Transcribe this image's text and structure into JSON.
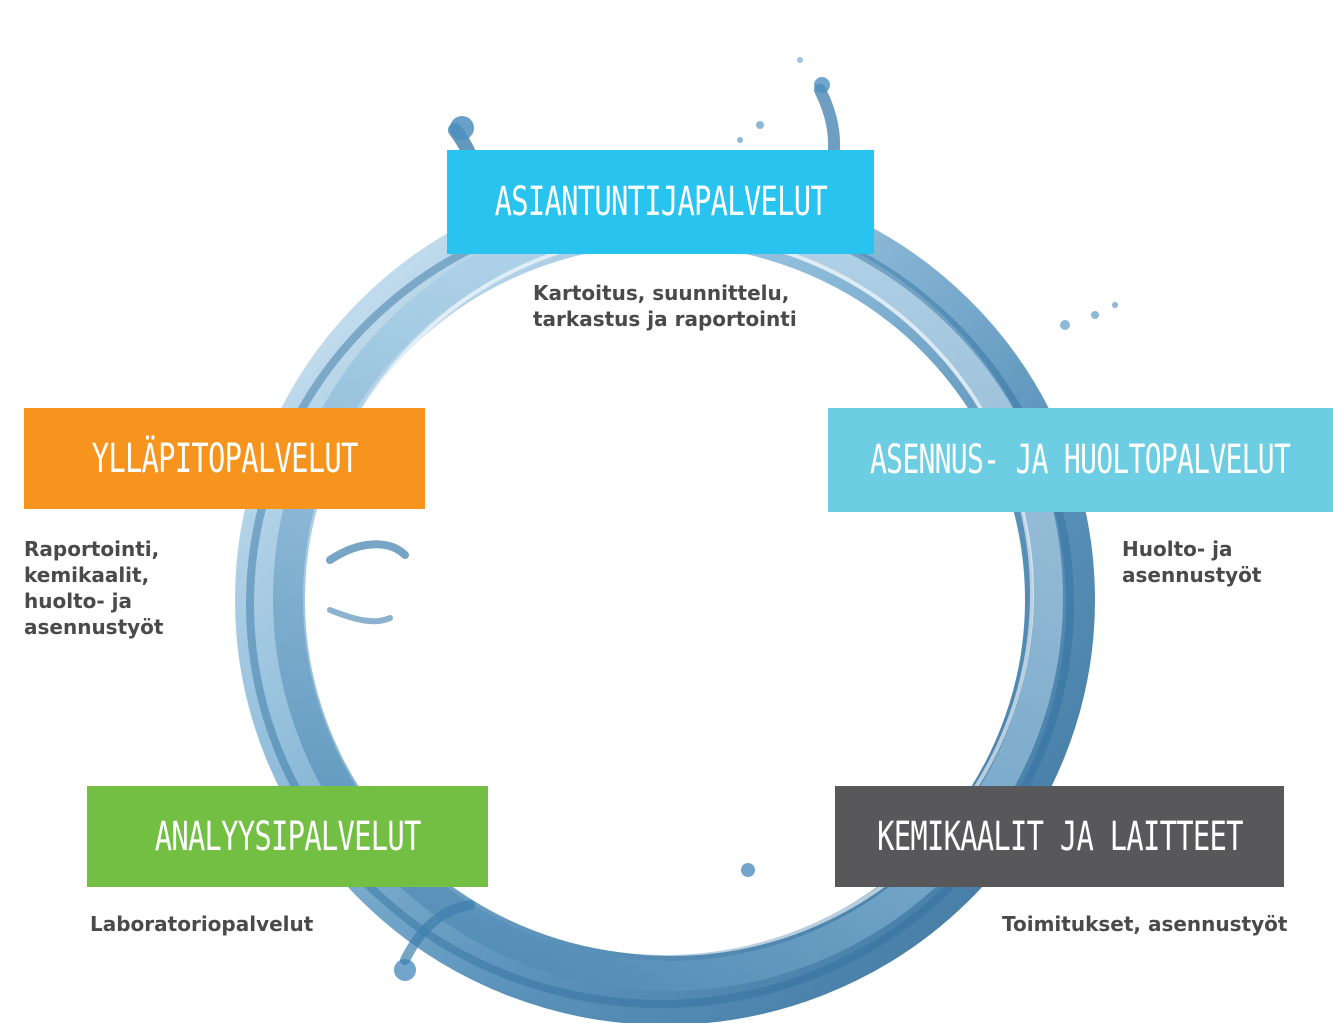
{
  "services": [
    {
      "id": "asiantuntija",
      "title": "ASIANTUNTIJAPALVELUT",
      "description": "Kartoitus, suunnittelu,\ntarkastus ja raportointi",
      "color": "#29c3ef"
    },
    {
      "id": "asennus",
      "title": "ASENNUS- JA HUOLTOPALVELUT",
      "description": "Huolto- ja\nasennustyöt",
      "color": "#6dcde2"
    },
    {
      "id": "kemikaalit",
      "title": "KEMIKAALIT JA LAITTEET",
      "description": "Toimitukset, asennustyöt",
      "color": "#58585a"
    },
    {
      "id": "analyysi",
      "title": "ANALYYSIPALVELUT",
      "description": "Laboratoriopalvelut",
      "color": "#72bf44"
    },
    {
      "id": "yllapito",
      "title": "YLLÄPITOPALVELUT",
      "description": "Raportointi,\nkemikaalit,\nhuolto- ja\nasennustyöt",
      "color": "#f7941d"
    }
  ],
  "water_ring_color": "#7fb3d5"
}
